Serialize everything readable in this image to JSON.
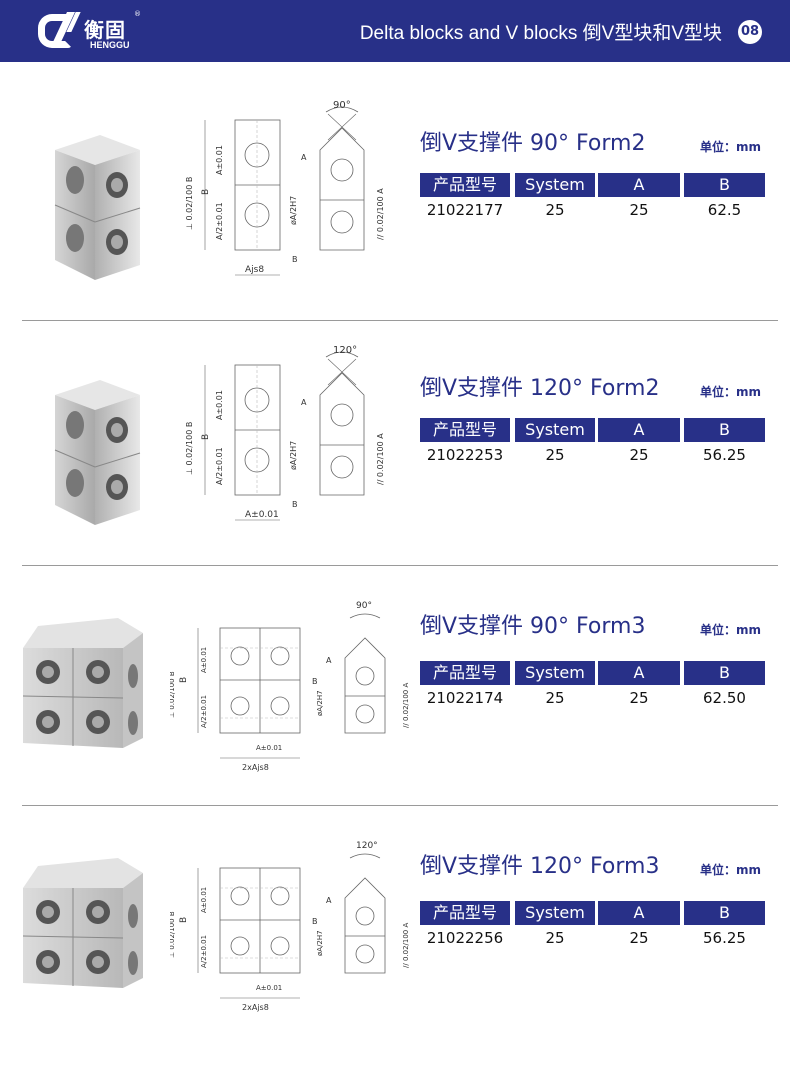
{
  "header": {
    "logo_cn": "衡固",
    "logo_en": "HENGGU",
    "logo_reg": "®",
    "title": "Delta blocks and V blocks 倒V型块和V型块",
    "page": "08"
  },
  "colors": {
    "brand": "#283088",
    "divider": "#9a9a9a"
  },
  "table_headers": [
    "产品型号",
    "System",
    "A",
    "B"
  ],
  "unit_label": "单位：mm",
  "sections": [
    {
      "title": "倒V支撑件 90°  Form2",
      "form": 2,
      "row": [
        "21022177",
        "25",
        "25",
        "62.5"
      ],
      "drawing": {
        "angle": "90°",
        "b": "B",
        "a_tol": "A±0.01",
        "a_half": "A/2±0.01",
        "bore": "øA/2H7",
        "width": "Ajs8",
        "datum_a": "A",
        "datum_b": "B",
        "parallel": "// 0.02/100 A",
        "parallel2": "⊥ 0.02/100 B"
      }
    },
    {
      "title": "倒V支撑件 120° Form2",
      "form": 2,
      "row": [
        "21022253",
        "25",
        "25",
        "56.25"
      ],
      "drawing": {
        "angle": "120°",
        "b": "B",
        "a_tol": "A±0.01",
        "a_half": "A/2±0.01",
        "bore": "øA/2H7",
        "width": "A±0.01",
        "datum_a": "A",
        "datum_b": "B",
        "parallel": "// 0.02/100 A",
        "parallel2": "⊥ 0.02/100 B"
      }
    },
    {
      "title": "倒V支撑件 90° Form3",
      "form": 3,
      "row": [
        "21022174",
        "25",
        "25",
        "62.50"
      ],
      "drawing": {
        "angle": "90°",
        "b": "B",
        "a_tol": "A±0.01",
        "a_half": "A/2±0.01",
        "bore": "øA/2H7",
        "width": "2xAjs8",
        "width2": "A±0.01",
        "datum_a": "A",
        "datum_b": "B",
        "parallel": "// 0.02/100 A",
        "parallel2": "⊥ 0.02/100 B"
      }
    },
    {
      "title": "倒V支撑件 120° Form3",
      "form": 3,
      "row": [
        "21022256",
        "25",
        "25",
        "56.25"
      ],
      "drawing": {
        "angle": "120°",
        "b": "B",
        "a_tol": "A±0.01",
        "a_half": "A/2±0.01",
        "bore": "øA/2H7",
        "width": "2xAjs8",
        "width2": "A±0.01",
        "datum_a": "A",
        "datum_b": "B",
        "parallel": "// 0.02/100 A",
        "parallel2": "⊥ 0.02/100 B"
      }
    }
  ]
}
